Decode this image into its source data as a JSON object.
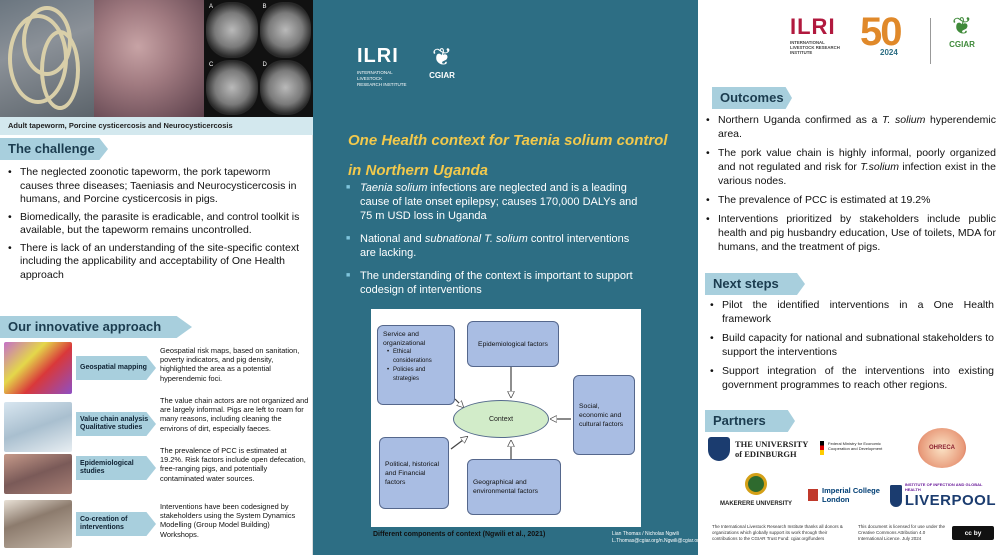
{
  "left": {
    "photo_caption": "Adult tapeworm, Porcine cysticercosis and Neurocysticercosis",
    "mri_labels": [
      "A",
      "B",
      "C",
      "D"
    ],
    "challenge_heading": "The challenge",
    "challenge_bullets": [
      "The neglected zoonotic tapeworm, the pork tapeworm causes three diseases; Taeniasis and Neurocysticercosis in humans, and Porcine cysticercosis in pigs.",
      "Biomedically, the parasite is eradicable, and control toolkit is available, but the tapeworm remains uncontrolled.",
      "There is lack of an understanding of the site-specific context including the applicability and acceptability of One Health approach"
    ],
    "approach_heading": "Our innovative approach",
    "approach": [
      {
        "label": "Geospatial mapping",
        "label2": "",
        "text": "Geospatial risk maps, based on sanitation, poverty indicators, and pig density, highlighted the area as a potential hyperendemic foci."
      },
      {
        "label": "Value chain analysis",
        "label2": "Qualitative studies",
        "text": "The value chain actors are not organized and are largely informal. Pigs are left to roam for many reasons, including cleaning the environs of dirt, especially faeces."
      },
      {
        "label": "Epidemiological studies",
        "label2": "",
        "text": "The prevalence of PCC is estimated at 19.2%. Risk factors include open defecation, free-ranging pigs, and potentially contaminated water sources."
      },
      {
        "label": "Co-creation of",
        "label2": "interventions",
        "text": "Interventions have been codesigned by stakeholders using the System Dynamics Modelling (Group Model Building) Workshops."
      }
    ]
  },
  "middle": {
    "logo_ilri": "ILRI",
    "logo_ilri_sub": "INTERNATIONAL LIVESTOCK RESEARCH INSTITUTE",
    "logo_cgiar": "CGIAR",
    "title_part1": "One Health context for ",
    "title_part2": "Taenia solium",
    "title_part3": " control in Northern Uganda",
    "bullets": [
      {
        "italic": "Taenia solium",
        "rest": " infections are neglected and is a leading cause of late onset epilepsy; causes 170,000 DALYs and 75 m USD loss in Uganda"
      },
      {
        "pre": "National and ",
        "italic": "subnational T. solium",
        "rest": " control interventions are lacking."
      },
      {
        "pre": "",
        "italic": "",
        "rest": "The understanding of the context is important to support codesign of interventions"
      }
    ],
    "diagram": {
      "service": "Service and organizational",
      "service_items": [
        "Ethical considerations",
        "Policies and strategies"
      ],
      "epi": "Epidemiological factors",
      "social": "Social, economic and cultural factors",
      "context": "Context",
      "political": "Political, historical and Financial factors",
      "geo": "Geographical and environmental factors"
    },
    "diagram_caption": "Different components of context (Ngwili et al., 2021)",
    "credit": "Lian Thomas / Nicholas Ngwili L.Thomas@cgiar.org/n.Ngwili@cgiar.org"
  },
  "right": {
    "logo_ilri": "ILRI",
    "logo_ilri_sub": "INTERNATIONAL LIVESTOCK RESEARCH INSTITUTE",
    "logo_50": "50",
    "logo_year": "2024",
    "logo_cgiar": "CGIAR",
    "outcomes_heading": "Outcomes",
    "outcomes": [
      {
        "pre": "Northern Uganda confirmed as a ",
        "italic": "T. solium",
        "rest": " hyperendemic area."
      },
      {
        "pre": "The pork value chain is highly informal, poorly organized and not regulated and risk for ",
        "italic": "T.solium",
        "rest": " infection exist in the various nodes."
      },
      {
        "pre": "The prevalence of PCC is estimated at 19.2%",
        "italic": "",
        "rest": ""
      },
      {
        "pre": "Interventions prioritized by stakeholders include public health and pig husbandry education, Use of toilets, MDA for humans, and the treatment of pigs.",
        "italic": "",
        "rest": ""
      }
    ],
    "next_heading": "Next steps",
    "next_steps": [
      "Pilot the identified interventions in a One Health framework",
      "Build capacity for national and subnational stakeholders to support the interventions",
      "Support integration of the interventions into existing government programmes to reach other regions."
    ],
    "partners_heading": "Partners",
    "partners": {
      "edinburgh": "THE UNIVERSITY of EDINBURGH",
      "bmz": "Federal Ministry for Economic Cooperation and Development",
      "ohreca": "OHRECA",
      "makerere": "MAKERERE UNIVERSITY",
      "imperial": "Imperial College London",
      "liverpool_top": "INSTITUTE OF INFECTION AND GLOBAL HEALTH",
      "liverpool": "LIVERPOOL"
    },
    "footer_left": "The International Livestock Research Institute thanks all donors & organizations which globally support its work through their contributions to the CGIAR Trust Fund: cgiar.org/funders",
    "footer_right": "This document is licensed for use under the Creative Commons Attribution 4.0 International Licence. July 2024",
    "cc_badge": "cc by"
  },
  "colors": {
    "teal": "#2d6e84",
    "ribbon": "#a8cfdd",
    "title_yellow": "#f2c94c",
    "ilri_red": "#b1193e"
  }
}
